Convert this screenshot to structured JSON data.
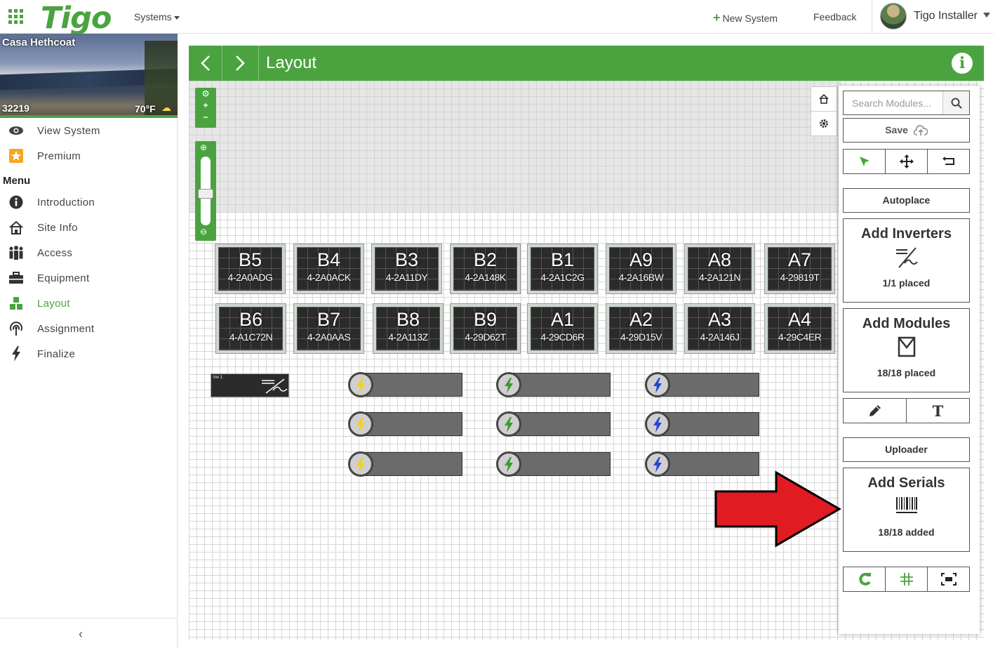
{
  "topbar": {
    "logo": "Tigo",
    "logo_mark": "®",
    "systems_label": "Systems",
    "new_system_label": "New System",
    "feedback_label": "Feedback",
    "user_name": "Tigo Installer"
  },
  "site": {
    "name": "Casa Hethcoat",
    "id": "32219",
    "temperature": "70°F"
  },
  "sidebar": {
    "top_items": [
      {
        "label": "View System",
        "icon": "eye-icon"
      },
      {
        "label": "Premium",
        "icon": "star-icon"
      }
    ],
    "menu_heading": "Menu",
    "items": [
      {
        "label": "Introduction",
        "icon": "info-icon"
      },
      {
        "label": "Site Info",
        "icon": "house-icon"
      },
      {
        "label": "Access",
        "icon": "people-icon"
      },
      {
        "label": "Equipment",
        "icon": "toolbox-icon"
      },
      {
        "label": "Layout",
        "icon": "layout-icon",
        "active": true
      },
      {
        "label": "Assignment",
        "icon": "antenna-icon"
      },
      {
        "label": "Finalize",
        "icon": "bolt-icon"
      }
    ],
    "collapse_label": "‹"
  },
  "layout": {
    "title": "Layout",
    "accent_color": "#4ba340"
  },
  "modules_row1": [
    {
      "name": "B5",
      "serial": "4-2A0ADG"
    },
    {
      "name": "B4",
      "serial": "4-2A0ACK"
    },
    {
      "name": "B3",
      "serial": "4-2A11DY"
    },
    {
      "name": "B2",
      "serial": "4-2A148K"
    },
    {
      "name": "B1",
      "serial": "4-2A1C2G"
    },
    {
      "name": "A9",
      "serial": "4-2A16BW"
    },
    {
      "name": "A8",
      "serial": "4-2A121N"
    },
    {
      "name": "A7",
      "serial": "4-29819T"
    }
  ],
  "modules_row2": [
    {
      "name": "B6",
      "serial": "4-A1C72N"
    },
    {
      "name": "B7",
      "serial": "4-2A0AAS"
    },
    {
      "name": "B8",
      "serial": "4-2A113Z"
    },
    {
      "name": "B9",
      "serial": "4-29D62T"
    },
    {
      "name": "A1",
      "serial": "4-29CD6R"
    },
    {
      "name": "A2",
      "serial": "4-29D15V"
    },
    {
      "name": "A3",
      "serial": "4-2A146J"
    },
    {
      "name": "A4",
      "serial": "4-29C4ER"
    }
  ],
  "inverter": {
    "label": "Inv 1"
  },
  "string_colors": {
    "yellow": "#f2d21b",
    "green": "#3b9b2f",
    "blue": "#2346d6"
  },
  "panel": {
    "search_placeholder": "Search Modules...",
    "save_label": "Save",
    "autoplace_label": "Autoplace",
    "add_inverters": {
      "title": "Add Inverters",
      "status": "1/1 placed"
    },
    "add_modules": {
      "title": "Add Modules",
      "status": "18/18 placed"
    },
    "uploader_label": "Uploader",
    "add_serials": {
      "title": "Add Serials",
      "status": "18/18 added"
    },
    "text_tool_label": "T"
  }
}
